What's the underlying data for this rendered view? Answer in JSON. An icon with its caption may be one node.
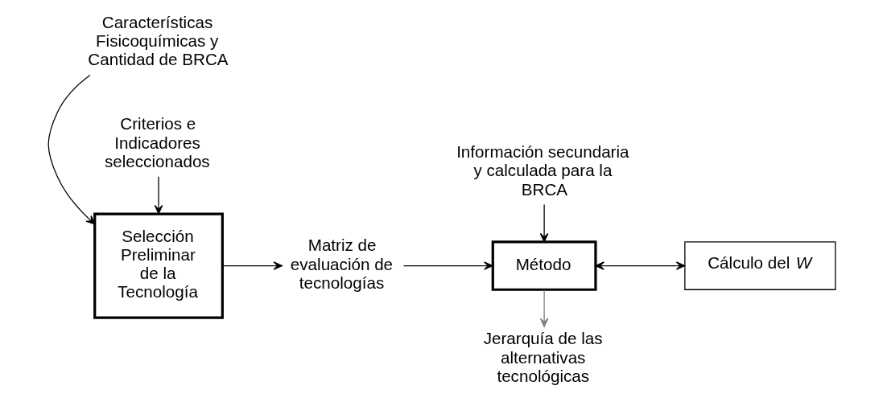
{
  "diagram": {
    "nodes": [
      {
        "text": [
          "Características Fisicoquímicas y Cantidad de BRCA"
        ]
      },
      {
        "text": [
          "Selección Preliminar de la Tecnología"
        ]
      },
      {
        "text": [
          "Criterios e Indicadores seleccionados"
        ]
      },
      {
        "text": [
          "Matriz de evaluación de tecnologías"
        ]
      },
      {
        "text": [
          "Información secundaria y calculada para la BRCA"
        ]
      },
      {
        "text": [
          "Método"
        ]
      },
      {
        "text": [
          "Cálculo del *W*"
        ]
      },
      {
        "text": [
          "Jerarquía de las alternativas tecnológicas"
        ]
      }
    ],
    "edges": [
      {
        "from": 0,
        "to": 1,
        "arrow": "to"
      },
      {
        "from": 2,
        "to": 1,
        "arrow": "to"
      },
      {
        "from": 1,
        "to": 3,
        "arrow": "to"
      },
      {
        "from": 3,
        "to": 5,
        "arrow": "to"
      },
      {
        "from": 4,
        "to": 5,
        "arrow": "to"
      },
      {
        "from": 5,
        "to": 6,
        "arrow": "both"
      },
      {
        "from": 5,
        "to": 7,
        "arrow": "to",
        "color": "#808080"
      }
    ]
  }
}
